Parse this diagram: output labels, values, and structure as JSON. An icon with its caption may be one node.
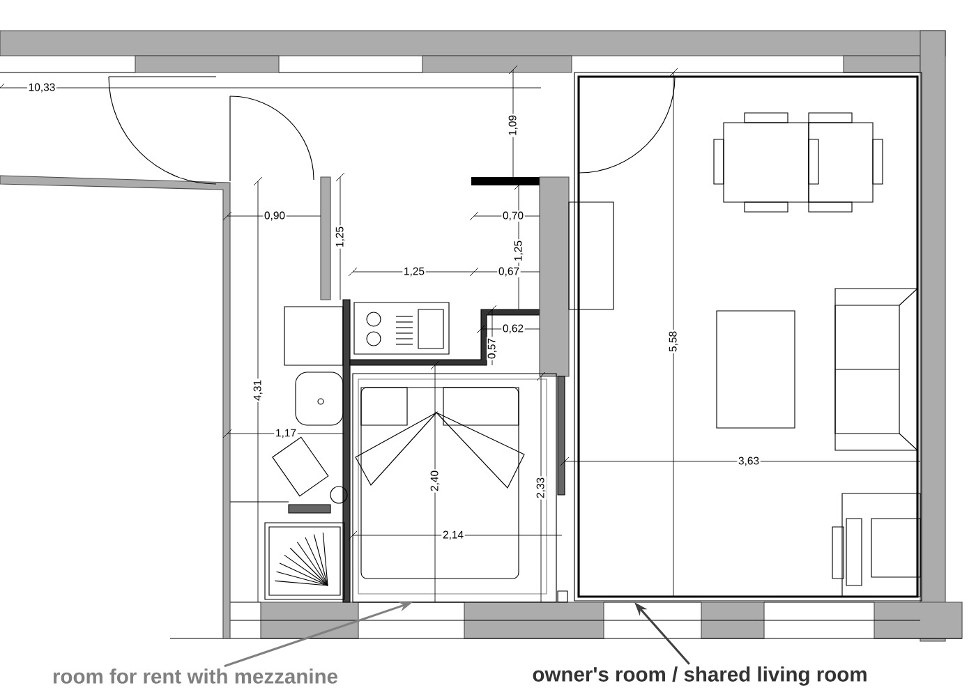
{
  "diagram": {
    "nodes": [
      {
        "text": [
          "room for rent with mezzanine"
        ]
      },
      {
        "text": [
          "owner's room / shared living room"
        ]
      }
    ],
    "edges": [
      {
        "from": 0,
        "to": null,
        "arrow": "to",
        "color": "#808080"
      },
      {
        "from": 1,
        "to": null,
        "arrow": "to",
        "color": "#404040"
      }
    ],
    "labels": [
      "10,33",
      "1,09",
      "0,90",
      "1,25",
      "0,70",
      "1,25",
      "1,25",
      "0,67",
      "0,62",
      "0,57",
      "5,58",
      "4,31",
      "1,17",
      "2,40",
      "2,33",
      "2,14",
      "3,63"
    ]
  }
}
